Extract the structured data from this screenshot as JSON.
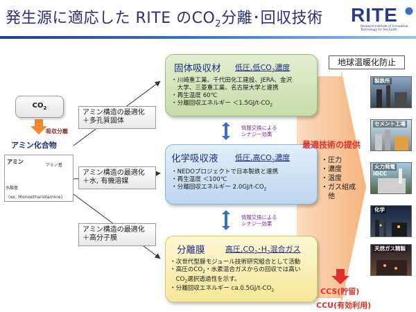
{
  "header": {
    "title_main": "発生源に適応した RITE のCO",
    "title_sub": "2",
    "title_tail": "分離･回収技術",
    "logo_word": "RITE",
    "logo_line1": "Research Institute of Innovative",
    "logo_line2": "Technology for the Earth"
  },
  "source": {
    "co2_main": "CO",
    "co2_sub": "2",
    "separation_label": "吸収分離",
    "amine_compound": "アミン化合物",
    "molecule": {
      "amine": "アミン",
      "amino_group": "アミノ基",
      "hydroxyl_group": "水酸基",
      "example": "(ex. Monoethanolamine)"
    }
  },
  "options": [
    {
      "line1": "アミン構造の最適化",
      "line2": "＋多孔質固体"
    },
    {
      "line1": "アミン構造の最適化",
      "line2": "＋水, 有機溶媒"
    },
    {
      "line1": "アミン構造の最適化",
      "line2": "＋高分子膜"
    }
  ],
  "solid": {
    "title": "固体吸収材",
    "cond_a": "低圧,低CO",
    "cond_sub": "2",
    "cond_b": "濃度",
    "l1": "・川崎重工業、千代田化工建設、JERA、金沢",
    "l2": "　大学、三菱重工業、名古屋大学と連携",
    "l3": "・再生温度 60℃",
    "l4a": "・分離回収エネルギー ＜1.5GJ/t-CO",
    "l4sub": "2"
  },
  "liquid": {
    "title": "化学吸収液",
    "cond_a": "低圧,高CO",
    "cond_sub": "2",
    "cond_b": "濃度",
    "l1": "・NEDOプロジェクトで日本製鉄と連携",
    "l2": "・再生温度 ＜100℃",
    "l3a": "・分離回収エネルギー 2.0GJ/t-CO",
    "l3sub": "2"
  },
  "membrane": {
    "title": "分離膜",
    "cond_a": "高圧,CO",
    "cond_sub1": "2",
    "cond_b": "･H",
    "cond_sub2": "2",
    "cond_c": "混合ガス",
    "l1": "・次世代型膜モジュール技術研究組合として活動",
    "l2a": "・高圧のCO",
    "l2sub": "2",
    "l2b": "・水素混合ガスからの回収では高い",
    "l3a": "　CO",
    "l3sub": "2",
    "l3b": "選択透過性を示す。",
    "l4a": "・分離回収エネルギー ca.0.5GJ/t-CO",
    "l4sub": "2"
  },
  "synergy": [
    {
      "line1": "情報交換による",
      "line2": "シナジー効果"
    },
    {
      "line1": "情報交換による",
      "line2": "シナジー効果"
    }
  ],
  "right": {
    "goal": "地球温暖化防止",
    "best_tech": "最適技術の提供",
    "criteria": [
      "・圧力",
      "・濃度",
      "・温度",
      "・ガス組成",
      "　他"
    ],
    "ccs": "CCS(貯留)",
    "ccu": "CCU(有効利用)"
  },
  "photos": [
    {
      "label1": "製鉄所",
      "label2": ""
    },
    {
      "label1": "セメント工場",
      "label2": ""
    },
    {
      "label1": "火力発電",
      "label2": "IGCC"
    },
    {
      "label1": "化学",
      "label2": ""
    },
    {
      "label1": "天然ガス精製",
      "label2": ""
    }
  ],
  "colors": {
    "title": "#2b2f7a",
    "accent_red": "#e0302a",
    "arrow_orange": "#f0a060",
    "synergy": "#7a2a9a"
  }
}
